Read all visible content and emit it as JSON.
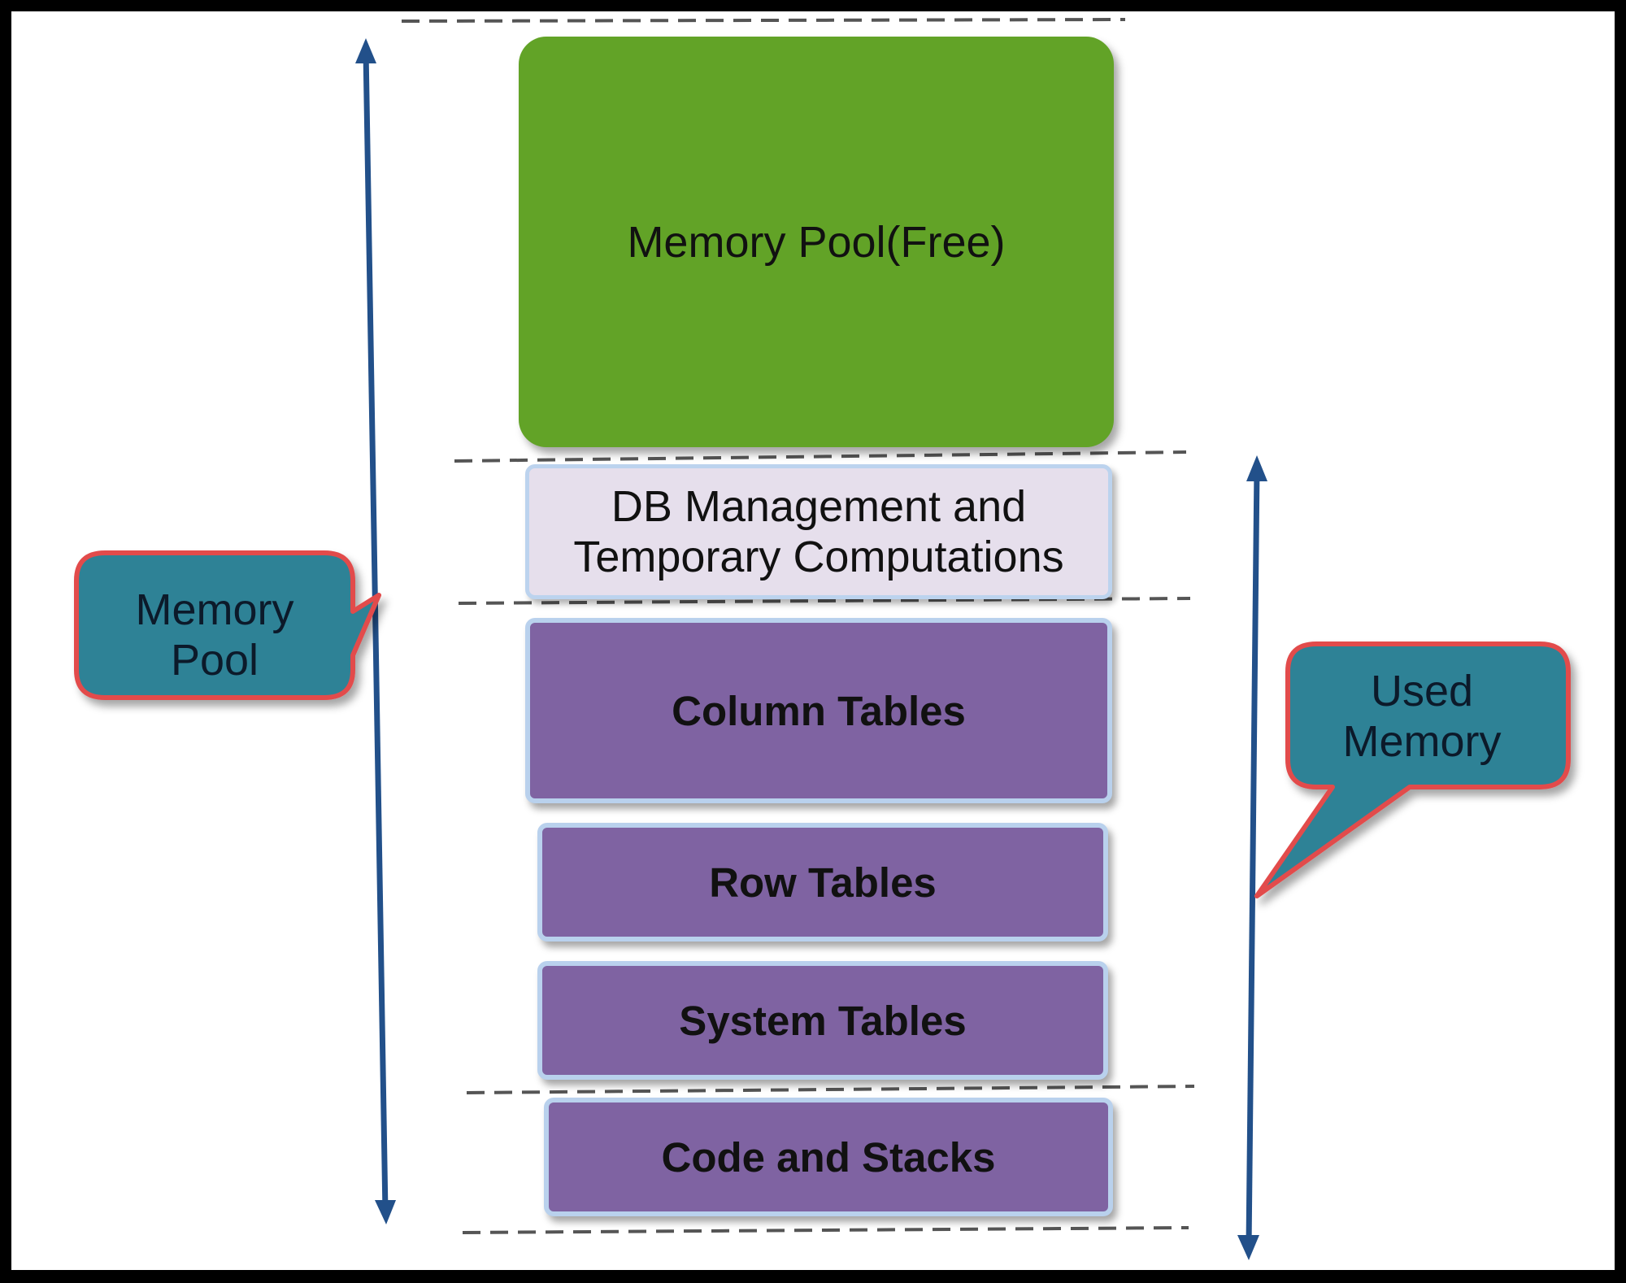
{
  "blocks": {
    "free": "Memory Pool(Free)",
    "db_line1": "DB Management and",
    "db_line2": "Temporary Computations",
    "column_tables": "Column Tables",
    "row_tables": "Row Tables",
    "system_tables": "System Tables",
    "code_stacks": "Code and Stacks"
  },
  "callouts": {
    "memory_pool_line1": "Memory",
    "memory_pool_line2": "Pool",
    "used_memory_line1": "Used",
    "used_memory_line2": "Memory"
  },
  "colors": {
    "free": "#62a327",
    "db_management": "#e6dfec",
    "tables": "#7f63a2",
    "callout_fill": "#2e8296",
    "callout_border": "#e24c4c",
    "arrow": "#22508a"
  }
}
